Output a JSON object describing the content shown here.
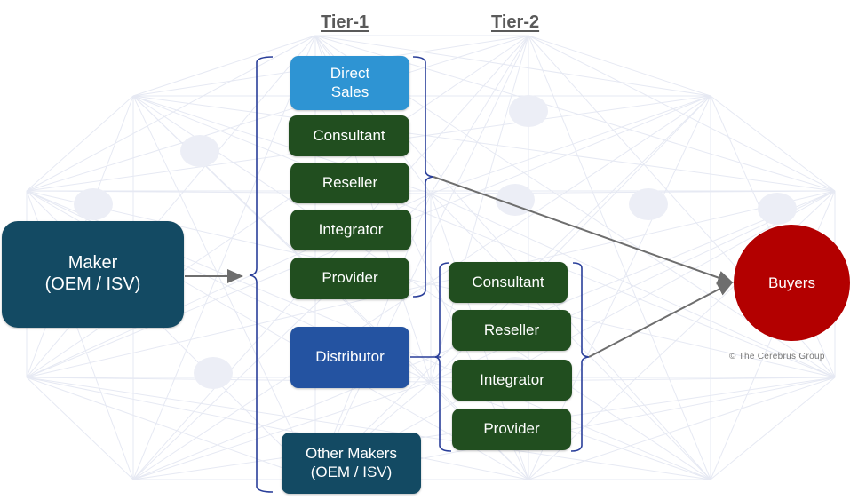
{
  "diagram": {
    "tier_labels": {
      "tier1": "Tier-1",
      "tier2": "Tier-2"
    },
    "maker": {
      "line1": "Maker",
      "line2": "(OEM / ISV)"
    },
    "tier1_boxes": {
      "direct_sales": {
        "line1": "Direct",
        "line2": "Sales"
      },
      "consultant": "Consultant",
      "reseller": "Reseller",
      "integrator": "Integrator",
      "provider": "Provider",
      "distributor": "Distributor",
      "other_makers": {
        "line1": "Other Makers",
        "line2": "(OEM / ISV)"
      }
    },
    "tier2_boxes": {
      "consultant": "Consultant",
      "reseller": "Reseller",
      "integrator": "Integrator",
      "provider": "Provider"
    },
    "buyers": "Buyers",
    "copyright": "© The  Cerebrus Group",
    "colors": {
      "maker": "#134a63",
      "channel_green": "#214e1f",
      "direct_sales": "#2e94d3",
      "distributor": "#2453a1",
      "buyers": "#b30000",
      "bracket": "#2a3f9a",
      "arrow": "#6e6e6e"
    }
  }
}
